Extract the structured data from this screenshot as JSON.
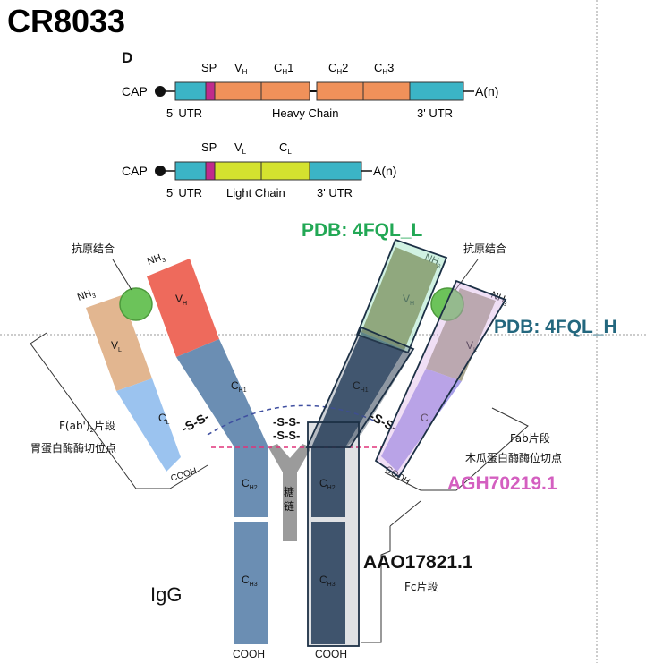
{
  "title": "CR8033",
  "panel_letter": "D",
  "heavy_gene": {
    "cap": "CAP",
    "tail": "A(n)",
    "sp": "SP",
    "vh_main": "V",
    "vh_sub": "H",
    "ch1_main": "C",
    "ch1_sub": "H",
    "ch1_num": "1",
    "ch2_main": "C",
    "ch2_sub": "H",
    "ch2_num": "2",
    "ch3_main": "C",
    "ch3_sub": "H",
    "ch3_num": "3",
    "utr5": "5' UTR",
    "chain": "Heavy Chain",
    "utr3": "3' UTR"
  },
  "light_gene": {
    "cap": "CAP",
    "tail": "A(n)",
    "sp": "SP",
    "vl_main": "V",
    "vl_sub": "L",
    "cl_main": "C",
    "cl_sub": "L",
    "utr5": "5' UTR",
    "chain": "Light Chain",
    "utr3": "3' UTR"
  },
  "antibody": {
    "antigen_left": "抗原结合",
    "antigen_right": "抗原结合",
    "nh3_main": "NH",
    "nh3_sub": "3",
    "vh_main": "V",
    "vh_sub": "H",
    "vl_main": "V",
    "vl_sub": "L",
    "cl_main": "C",
    "cl_sub": "L",
    "ch1_main": "C",
    "ch1_sub": "H1",
    "ch2_main": "C",
    "ch2_sub": "H2",
    "ch3_main": "C",
    "ch3_sub": "H3",
    "cooh": "COOH",
    "ss": "-S-S-",
    "sugar_1": "糖",
    "sugar_2": "链",
    "fab2_main": "F(ab')",
    "fab2_sub": "2",
    "fab2_tail": "片段",
    "pepsin": "胃蛋白酶酶切位点",
    "fab": "Fab片段",
    "papain": "木瓜蛋白酶酶位切点",
    "fc": "Fc片段",
    "igg": "IgG"
  },
  "annotations": {
    "pdb_l": "PDB: 4FQL_L",
    "pdb_h": "PDB: 4FQL_H",
    "agh": "AGH70219.1",
    "aao": "AAO17821.1"
  },
  "colors": {
    "utr": "#3bb4c6",
    "sp": "#c02a8c",
    "heavy_exon": "#f0915a",
    "light_exon": "#d4e22f",
    "vh": "#ee6a5c",
    "vl": "#e2b690",
    "cl": "#9bc3ef",
    "heavy_const": "#6b8eb3",
    "antigen": "#6cc35a",
    "pdb_l": "#22a855",
    "pdb_h": "#23677e",
    "agh": "#d45fc0",
    "pepsin_line": "#e0347a",
    "papain_line": "#3f4fa0"
  }
}
